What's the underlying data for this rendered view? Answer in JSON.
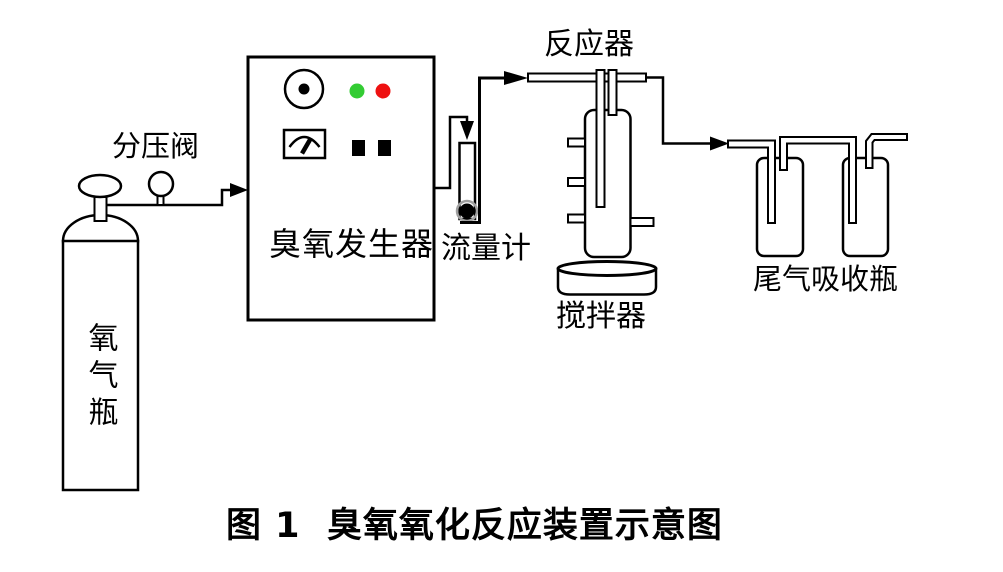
{
  "figure": {
    "caption": "图 1  臭氧氧化反应装置示意图",
    "labels": {
      "pressure_valve": "分压阀",
      "oxygen_cylinder": "氧气瓶",
      "ozone_generator": "臭氧发生器",
      "flow_meter": "流量计",
      "reactor": "反应器",
      "stirrer": "搅拌器",
      "tail_gas_bottles": "尾气吸收瓶"
    },
    "colors": {
      "line": "#000000",
      "background": "#ffffff",
      "indicator_green": "#33cc33",
      "indicator_red": "#ee1111"
    }
  }
}
